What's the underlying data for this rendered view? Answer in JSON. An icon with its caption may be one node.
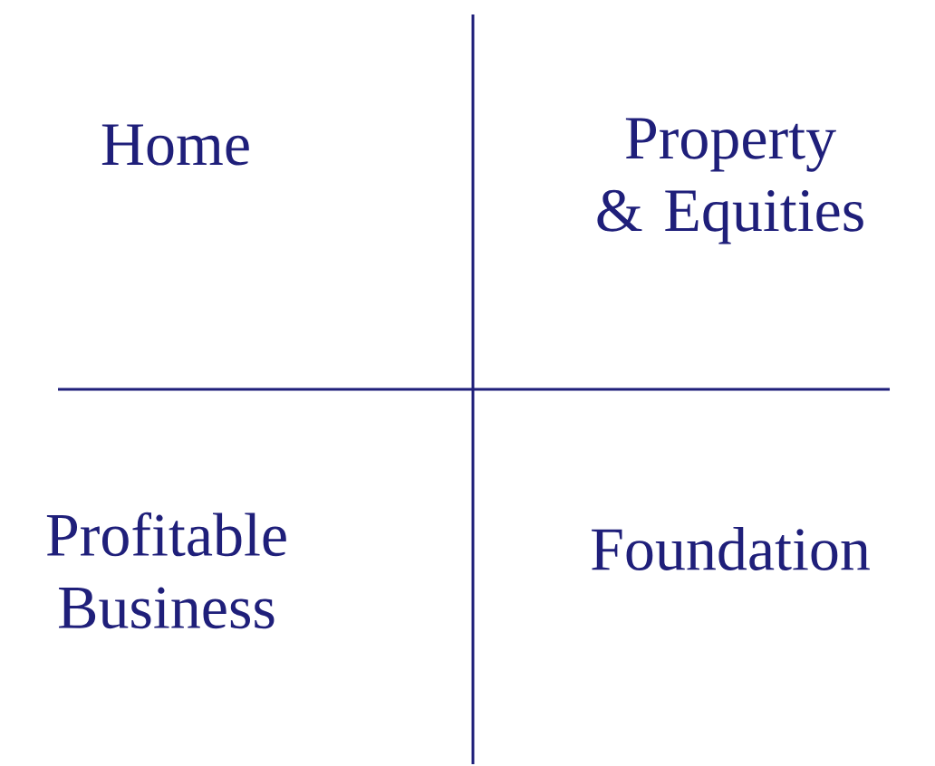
{
  "diagram": {
    "labels": [
      "Home",
      "Property & Equities",
      "Profitable Business",
      "Foundation"
    ]
  }
}
